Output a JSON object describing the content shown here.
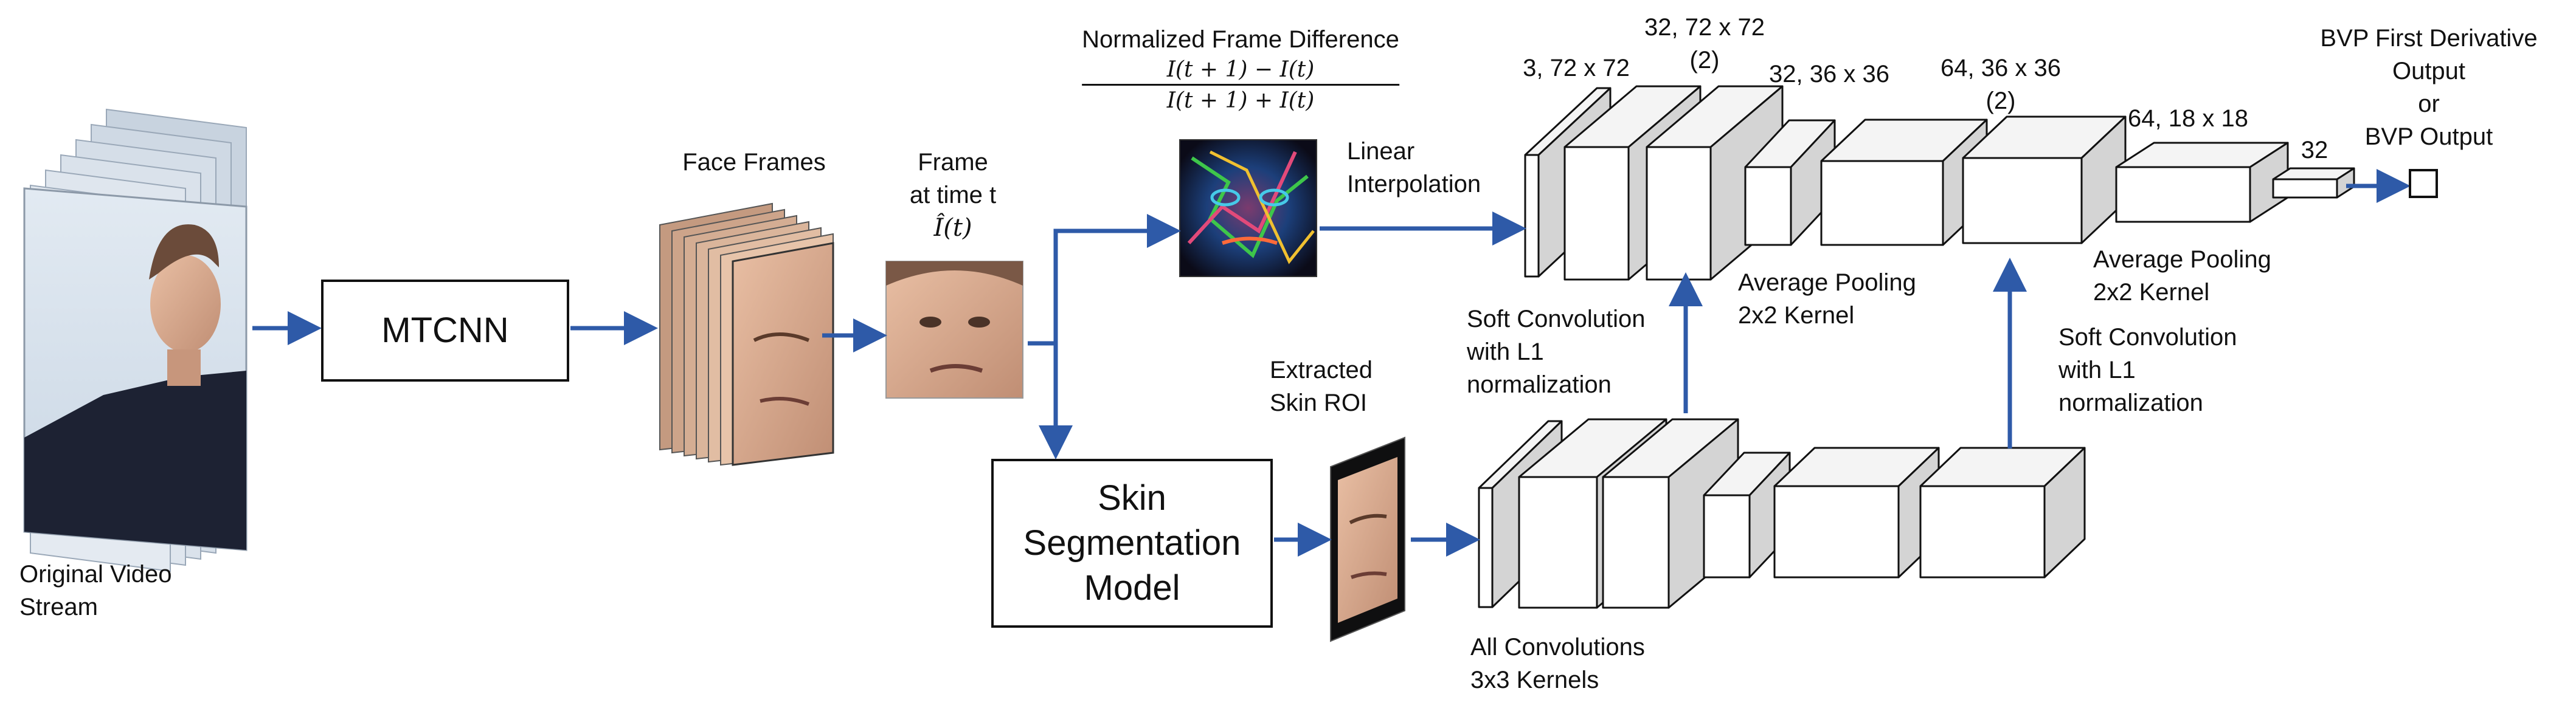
{
  "input": {
    "label_lines": [
      "Original Video",
      "Stream"
    ]
  },
  "mtcnn": {
    "label": "MTCNN"
  },
  "face_frames": {
    "label": "Face Frames"
  },
  "frame_t": {
    "label_lines": [
      "Frame",
      "at time t"
    ],
    "symbol": "Î(t)"
  },
  "frame_difference": {
    "title": "Normalized Frame Difference",
    "numerator": "I(t + 1) − I(t)",
    "denominator": "I(t + 1) + I(t)"
  },
  "linear_interpolation": {
    "label_lines": [
      "Linear",
      "Interpolation"
    ]
  },
  "skin_model": {
    "label_lines": [
      "Skin",
      "Segmentation",
      "Model"
    ]
  },
  "skin_roi": {
    "label_lines": [
      "Extracted",
      "Skin ROI"
    ]
  },
  "top_branch": {
    "dims": [
      "3, 72 x 72",
      "32, 72 x 72",
      "(2)",
      "32, 36 x 36",
      "64, 36 x 36",
      "(2)",
      "64, 18 x 18",
      "32"
    ],
    "output_lines": [
      "BVP First Derivative",
      "Output",
      "or",
      "BVP Output"
    ]
  },
  "annotations": {
    "pool1_lines": [
      "Average Pooling",
      "2x2 Kernel"
    ],
    "pool2_lines": [
      "Average Pooling",
      "2x2 Kernel"
    ],
    "soft_conv1_lines": [
      "Soft Convolution",
      "with L1",
      "normalization"
    ],
    "soft_conv2_lines": [
      "Soft Convolution",
      "with L1",
      "normalization"
    ],
    "all_conv_lines": [
      "All Convolutions",
      "3x3 Kernels"
    ]
  },
  "colors": {
    "arrow": "#2E5AA8",
    "block_front": "#ffffff",
    "block_side": "#d4d4d4",
    "block_top": "#f4f4f4",
    "stroke": "#111111"
  }
}
